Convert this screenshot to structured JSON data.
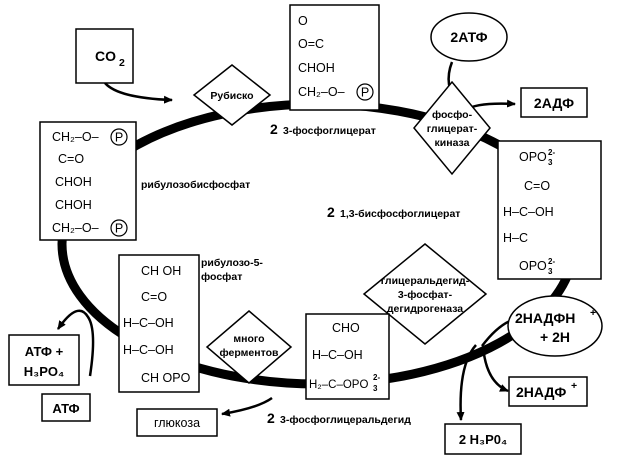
{
  "inputs": {
    "co2": "CO",
    "co2_sub": "2",
    "atp_in": "2АТФ",
    "nadph": "2НАДФН",
    "nadph_sup": "+",
    "plus_2h": "+ 2H",
    "atp_h3po4_line1": "АТФ +",
    "atp_h3po4_line2": "H₃PO₄"
  },
  "outputs": {
    "adp": "2АДФ",
    "nadp": "2НАДФ",
    "nadp_sup": "+",
    "h3p04": "2 H₃P0₄",
    "atp_out": "АТФ",
    "glucose": "глюкоза"
  },
  "enzymes": {
    "rubisco": "Рубиско",
    "kinase": [
      "фосфо-",
      "глицерат-",
      "киназа"
    ],
    "dehydrogenase": [
      "глицеральдегид-",
      "3-фосфат-",
      "дегидрогеназа"
    ],
    "many_enzymes": [
      "много",
      "ферментов"
    ]
  },
  "compounds": {
    "pga": {
      "coef": "2",
      "name": "3-фосфоглицерат",
      "lines": [
        "O",
        "O=C",
        "CHOH",
        "CH₂–O–"
      ],
      "p": "P"
    },
    "bpg": {
      "coef": "2",
      "name": "1,3-бисфосфоглицерат",
      "lines": [
        "OPO",
        "C=O",
        "H–C–OH",
        "H–C",
        "OPO"
      ],
      "sup": "2-",
      "sub": "3"
    },
    "g3p": {
      "coef": "2",
      "name": "3-фосфоглицеральдегид",
      "lines": [
        "CHO",
        "H–C–OH",
        "H₂–C–OPO"
      ],
      "sup": "2-",
      "sub": "3"
    },
    "ru5p": {
      "name_line1": "рибулозо-5-",
      "name_line2": "фосфат",
      "lines": [
        "CH OH",
        "C=O",
        "H–C–OH",
        "H–C–OH",
        "CH OPO"
      ]
    },
    "rubp": {
      "name": "рибулозобисфосфат",
      "lines": [
        "CH₂–O–",
        "C=O",
        "CHOH",
        "CHOH",
        "CH₂–O–"
      ],
      "p": "P"
    }
  }
}
